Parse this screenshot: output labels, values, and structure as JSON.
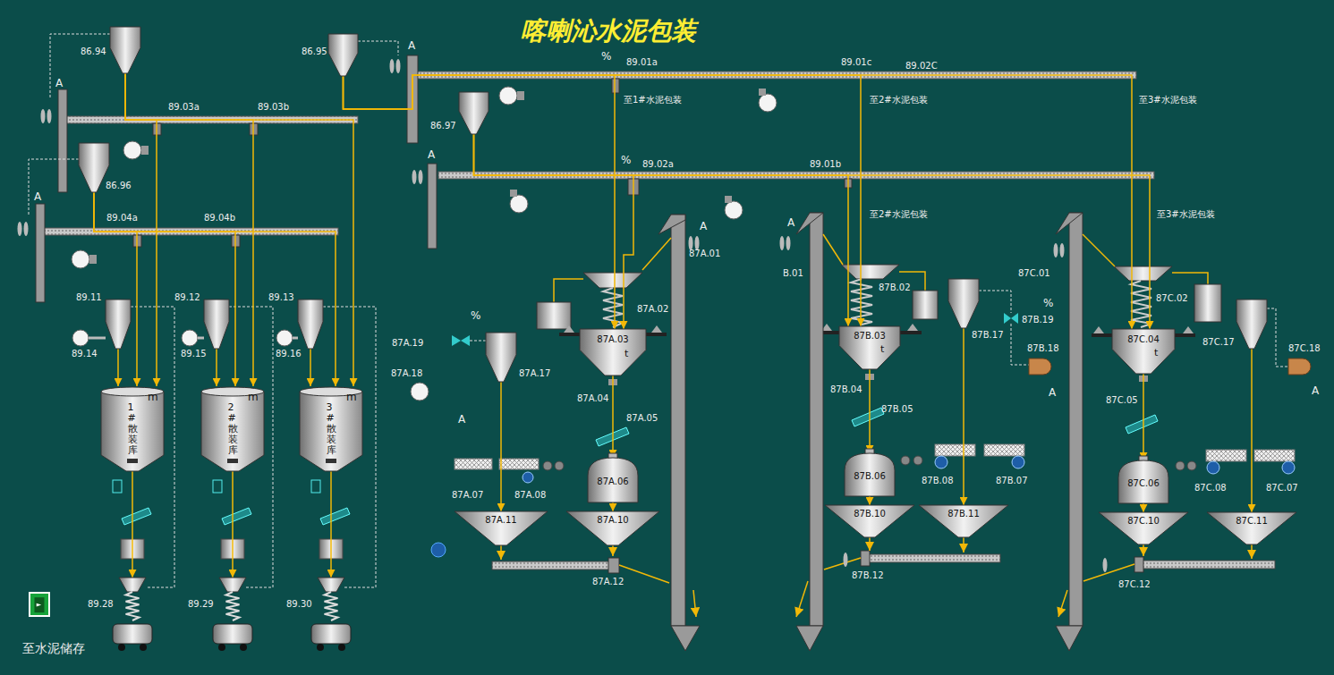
{
  "diagram": {
    "title": "喀喇沁水泥包装",
    "nodes": [
      {
        "text": [
          "86.94"
        ]
      },
      {
        "text": [
          "86.96"
        ]
      },
      {
        "text": [
          "89.11"
        ]
      },
      {
        "text": [
          "89.12"
        ]
      },
      {
        "text": [
          "89.13"
        ]
      },
      {
        "text": [
          "m",
          "1#散装库"
        ]
      },
      {
        "text": [
          "m",
          "2#散装库"
        ]
      },
      {
        "text": [
          "m",
          "3#散装库"
        ]
      },
      {
        "text": [
          "89.28"
        ]
      },
      {
        "text": [
          "89.29"
        ]
      },
      {
        "text": [
          "89.30"
        ]
      },
      {
        "text": [
          "86.95"
        ]
      },
      {
        "text": [
          "86.97"
        ]
      },
      {
        "text": [
          "87A.03",
          "t"
        ]
      },
      {
        "text": [
          "87B.03",
          "t"
        ]
      },
      {
        "text": [
          "87C.04",
          "t"
        ]
      },
      {
        "text": [
          "87A.06"
        ]
      },
      {
        "text": [
          "87B.06"
        ]
      },
      {
        "text": [
          "87C.06"
        ]
      },
      {
        "text": [
          "87A.10"
        ]
      },
      {
        "text": [
          "87B.10"
        ]
      },
      {
        "text": [
          "87C.10"
        ]
      },
      {
        "text": [
          "87A.17"
        ]
      },
      {
        "text": [
          "87B.17"
        ]
      },
      {
        "text": [
          "87C.17"
        ]
      },
      {
        "text": [
          "87A.11"
        ]
      },
      {
        "text": [
          "87B.11"
        ]
      },
      {
        "text": [
          "87C.11"
        ]
      },
      {
        "text": [
          "至水泥储存"
        ]
      }
    ],
    "edges": [
      {
        "from": 2,
        "to": 5,
        "arrow": "to"
      },
      {
        "from": 3,
        "to": 6,
        "arrow": "to"
      },
      {
        "from": 4,
        "to": 7,
        "arrow": "to"
      },
      {
        "from": 0,
        "to": 5,
        "arrow": "to"
      },
      {
        "from": 0,
        "to": 6,
        "arrow": "to"
      },
      {
        "from": 0,
        "to": 7,
        "arrow": "to"
      },
      {
        "from": 1,
        "to": 5,
        "arrow": "to"
      },
      {
        "from": 1,
        "to": 6,
        "arrow": "to"
      },
      {
        "from": 1,
        "to": 7,
        "arrow": "to"
      },
      {
        "from": 5,
        "to": 8,
        "arrow": "to"
      },
      {
        "from": 6,
        "to": 9,
        "arrow": "to"
      },
      {
        "from": 7,
        "to": 10,
        "arrow": "to"
      },
      {
        "from": 11,
        "to": 13,
        "arrow": "to"
      },
      {
        "from": 11,
        "to": 14,
        "arrow": "to"
      },
      {
        "from": 11,
        "to": 15,
        "arrow": "to"
      },
      {
        "from": 12,
        "to": 13,
        "arrow": "to"
      },
      {
        "from": 12,
        "to": 14,
        "arrow": "to"
      },
      {
        "from": 12,
        "to": 15,
        "arrow": "to"
      },
      {
        "from": 13,
        "to": 16,
        "arrow": "to"
      },
      {
        "from": 14,
        "to": 17,
        "arrow": "to"
      },
      {
        "from": 15,
        "to": 18,
        "arrow": "to"
      },
      {
        "from": 16,
        "to": 19,
        "arrow": "to"
      },
      {
        "from": 17,
        "to": 20,
        "arrow": "to"
      },
      {
        "from": 18,
        "to": 21,
        "arrow": "to"
      },
      {
        "from": 22,
        "to": 25,
        "arrow": "to"
      },
      {
        "from": 23,
        "to": 26,
        "arrow": "to"
      },
      {
        "from": 24,
        "to": 27,
        "arrow": "to"
      }
    ],
    "labels": [
      "89.03a",
      "89.03b",
      "89.04a",
      "89.04b",
      "89.14",
      "89.15",
      "89.16",
      "A",
      "A",
      "A",
      "A",
      "A",
      "A",
      "A",
      "A",
      "A",
      "%",
      "%",
      "%",
      "%",
      "89.01a",
      "89.01c",
      "89.02C",
      "至1#水泥包装",
      "至2#水泥包装",
      "至3#水泥包装",
      "89.02a",
      "89.01b",
      "至2#水泥包装",
      "至3#水泥包装",
      "87A.01",
      "87A.02",
      "87A.04",
      "87A.05",
      "87A.07",
      "87A.08",
      "87A.12",
      "87A.18",
      "87A.19",
      "B.01",
      "87B.02",
      "87B.04",
      "87B.05",
      "87B.07",
      "87B.08",
      "87B.12",
      "87B.18",
      "87B.19",
      "87C.01",
      "87C.02",
      "87C.05",
      "87C.07",
      "87C.08",
      "87C.12",
      "87C.18"
    ]
  }
}
